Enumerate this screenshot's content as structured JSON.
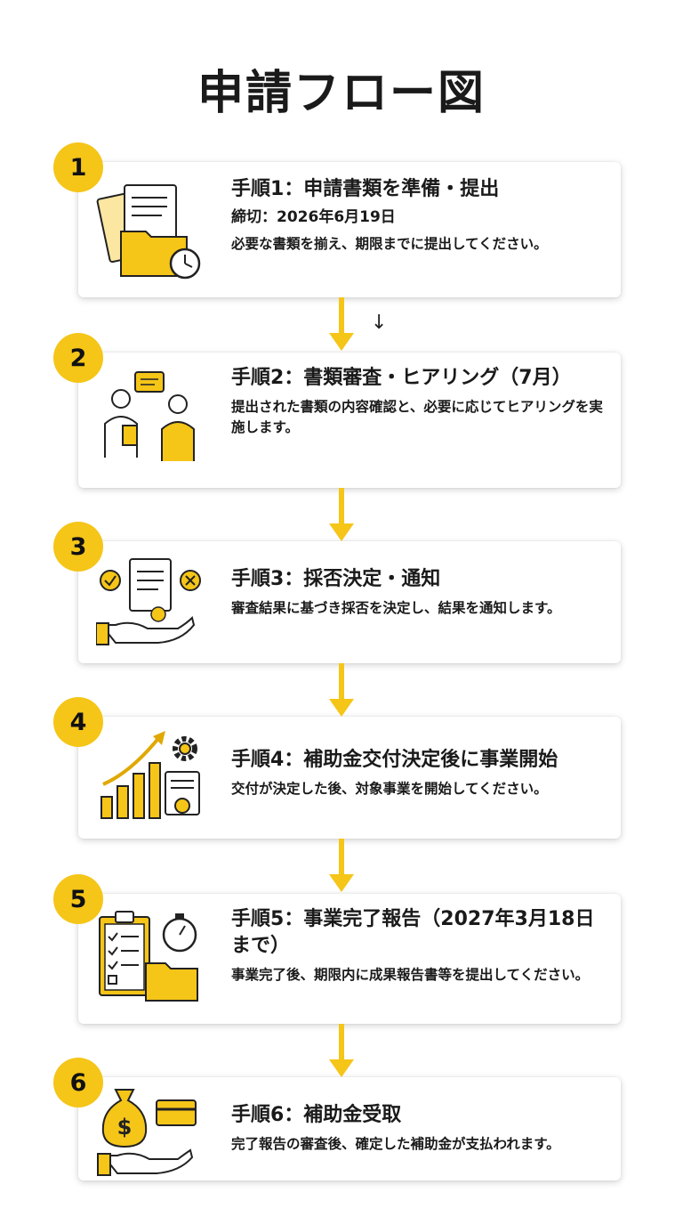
{
  "title": "申請フロー図",
  "colors": {
    "accent": "#F5C518",
    "accent_dark": "#E0A800",
    "card_bg": "#ffffff",
    "text": "#1a1a1a"
  },
  "between_mark": "↓",
  "steps": [
    {
      "number": "1",
      "heading": "手順1：申請書類を準備・提出",
      "sub": "締切：2026年6月19日",
      "desc": "必要な書類を揃え、期限までに提出してください。",
      "icon": "documents-folder-clock-icon"
    },
    {
      "number": "2",
      "heading": "手順2：書類審査・ヒアリング（7月）",
      "desc": "提出された書類の内容確認と、必要に応じてヒアリングを実施します。",
      "icon": "interview-people-icon"
    },
    {
      "number": "3",
      "heading": "手順3：採否決定・通知",
      "desc": "審査結果に基づき採否を決定し、結果を通知します。",
      "icon": "hand-document-approval-icon"
    },
    {
      "number": "4",
      "heading": "手順4：補助金交付決定後に事業開始",
      "desc": "交付が決定した後、対象事業を開始してください。",
      "icon": "growth-chart-gear-certificate-icon"
    },
    {
      "number": "5",
      "heading": "手順5：事業完了報告（2027年3月18日まで）",
      "desc": "事業完了後、期限内に成果報告書等を提出してください。",
      "icon": "checklist-stopwatch-folder-icon"
    },
    {
      "number": "6",
      "heading": "手順6：補助金受取",
      "desc": "完了報告の審査後、確定した補助金が支払われます。",
      "icon": "money-bag-hand-card-icon"
    }
  ]
}
